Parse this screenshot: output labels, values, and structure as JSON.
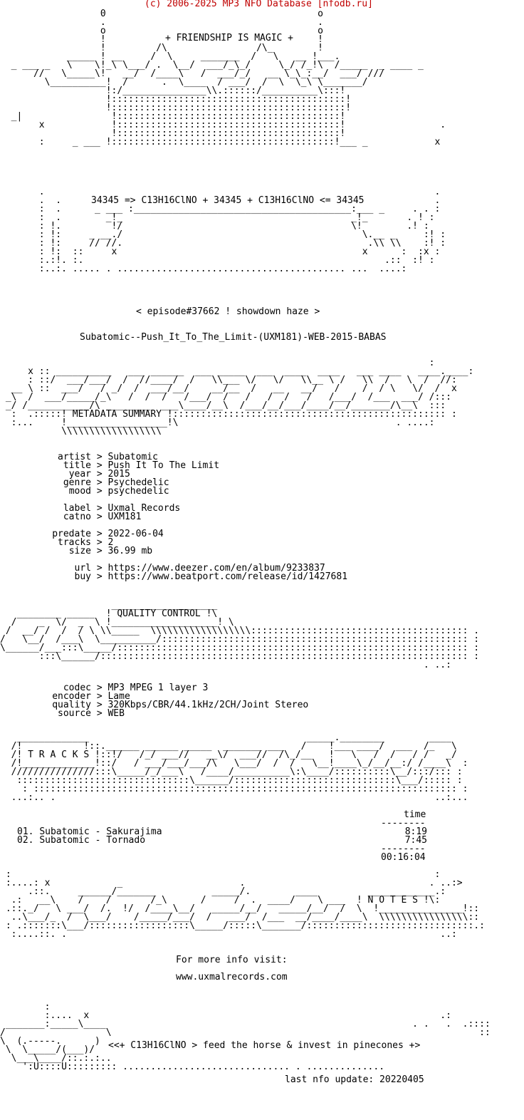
{
  "header": {
    "line": "(c) 2006-2025 MP3 NFO Database [nfodb.ru]"
  },
  "banner": {
    "tagline": "+ FRIENDSHIP IS MAGIC +",
    "art": "                  0                                      o\n                  .                                      .\n                  o                                      o\n                  !                                      !\n                  !         /\\                /\\_        !\n            _____ ! __     /  \\     _______  /   \\   __ !___.\n  _ ___ _   \\    \\!_\\ \\___/ .  \\__/  ___/_\\_/     \\_/ /_!\\  /_____  _ ____ _\n      //   \\_____\\!   __/  /____\\   /  ___/_/   __ \\_\\_:__/  ___/ /// \n        \\__________!  /      .  \\____  / ___/  /  \\  \\_\\ \\_______/\n                   !:/_______________\\\\.::::::/__________\\:::!\n                   !::::::::::::::::::::::::::::::::::::::::::!\n                   !::::::::::::::::::::::::::::::::::::::::::!\n  _|                !::::::::::::::::::::::::::::::::::::::::!\n       x            !::::::::::::::::::::::::::::::::::::::::!                 .\n                    !::::::::::::::::::::::::::::::::::::::::!\n       :     _ ___ !::::::::::::::::::::::::::::::::::::::::!___ _            x",
    "formula": "34345 => C13H16ClNO + 34345 + C13H16ClNO <= 34345",
    "art_bottom": "       .                                                                      .\n       .  .                                                                   .\n       :  .      _ ___ :_______________________________________:___ _     . . :\n       :  .        _!_                                         _!_       . ! :\n       : !.         !/                                         \\!        .! :\n       : !:     _ __./                                           \\.__ _     :! :\n       : !:     // //.                                            .\\\\ \\\\    :! :\n       : !:  ::     x                                            x      :  :x :\n       :.:!. :.                                                      .::  :! :\n       :..:. ..... . ......................................... ...  ....:"
  },
  "release": {
    "episode": "< episode#37662 ! showdown haze >",
    "name": "Subatomic--Push_It_To_The_Limit-(UXM181)-WEB-2015-BABAS"
  },
  "metadata": {
    "heading": "METADATA SUMMARY",
    "art": "                                                                             :\n     x :: __________   ___ ______  ___ _____  ___  ____  ____   ___ ____   ____.____:\n     : ::/  ___/___/  /  //____/  /   \\\\___ \\/   \\/   \\\\__ \\ /   \\\\  /   \\  /  //:\n  __ \\ ::  ___/   / _/  /  ___/__/    __/__  /   __   __/   /    /  / \\   \\/  /  x\n _\\  /  ___/_____/_\\   /  /  /   /___/  /   /   /  /   /   /___/  /___  ___/ /:::\n _/ /___________/\\  _______  ___\\____/__\\  /___/__/___/____/__/_______/\\__\\  ::: \n  :  .:::::! METADATA SUMMARY !::::::::::::::::::::::::::::::::::::::::::::::::: :\n  :...     !__________________!\\                                       . ....:\n           \\\\\\\\\\\\\\\\\\\\\\\\\\\\\\\\\\\\",
    "rows": [
      {
        "label": "artist",
        "value": "Subatomic"
      },
      {
        "label": "title",
        "value": "Push It To The Limit"
      },
      {
        "label": "year",
        "value": "2015"
      },
      {
        "label": "genre",
        "value": "Psychedelic"
      },
      {
        "label": "mood",
        "value": "psychedelic"
      },
      {
        "label": "",
        "value": ""
      },
      {
        "label": "label",
        "value": "Uxmal Records"
      },
      {
        "label": "catno",
        "value": "UXM181"
      },
      {
        "label": "",
        "value": ""
      },
      {
        "label": "predate",
        "value": "2022-06-04"
      },
      {
        "label": "tracks",
        "value": "2"
      },
      {
        "label": "size",
        "value": "36.99 mb"
      },
      {
        "label": "",
        "value": ""
      },
      {
        "label": "url",
        "value": "https://www.deezer.com/en/album/9233837"
      },
      {
        "label": "buy",
        "value": "https://www.beatport.com/release/id/1427681"
      }
    ]
  },
  "quality": {
    "heading": "QUALITY CONTROL",
    "art": "                    ___________________\n   ________ _____  ! QUALITY CONTROL !\\\n  /    _  \\/  _  \\ !___________________! \\\n /  __/ /  /  / \\ \\\\_____  \\\\\\\\\\\\\\\\\\\\\\\\\\\\\\\\\\\\::::::::::::::::::::::::::::::::::::::: .\n/   \\__/  /___\\  \\__________/::::::::::::::::::::::::::::::::::::::::::::::::::::::: :\n\\______/___:::\\_____/::::::::::::::::::::::::::::::::::::::::::::::::::::::::::::::: :\n       :::\\______/:::::::::::::::::::::::::::::::::::::::::::::::::::::::::::::::::: :\n                                                                            . ..:",
    "rows": [
      {
        "label": "codec",
        "value": "MP3 MPEG 1 layer 3"
      },
      {
        "label": "encoder",
        "value": "Lame"
      },
      {
        "label": "quality",
        "value": "320Kbps/CBR/44.1kHz/2CH/Joint Stereo"
      },
      {
        "label": "source",
        "value": "WEB"
      }
    ]
  },
  "tracks": {
    "heading": "T R A C K S",
    "art": "   _____________                                       _____.________        ____\n  /!           !::.______ ______ _____  _______ ___   /    !___ ____/  ___  /_   \\\n  /! T R A C K S !::!/   /_/ ___//   __\\/  ___//  /\\_/__   !   \\   /  /   / /   _/\n  /!_____________!::/   / ___/___/___/\\   \\___/  /  /   \\__!____\\_/__/__:/ /____\\  :\n  ///////////////:::\\_____/_/___\\   /____/__________\\:\\____/::::::::::\\__/:::/::: :\n   :::::::::::::::::::::::::::::::\\______/:::::::::::::::::::::::::::::\\___/::::: :\n    : :::::::::::::::::::::::::::::::::::::::::::::::::::::::::::::::::::::::::::: :\n  ...:.. .                                                                    ..:...",
    "time_heading": "time",
    "items": [
      {
        "num": "01.",
        "artist": "Subatomic",
        "title": "Sakurajima",
        "time": "8:19"
      },
      {
        "num": "02.",
        "artist": "Subatomic",
        "title": "Tornado",
        "time": "7:45"
      }
    ],
    "total": "00:16:04"
  },
  "notes": {
    "heading": "N O T E S",
    "art": " :                                                                            :\n :....: x            _                     .                                 . ..:>\n     .::.     ______/_______          _____/.        ____         ____________.:\n  .:   __\\    /    /       /_\\      /     /  .  ____/    \\ ___  ! N O T E S !\\:\n .::._/   \\ ___/  /.  !/  /____\\__/   _____/__/   _____/__/  /  \\  !_______________!::\n  ..\\___/_  /  \\___/    /_____/___/  /   ___/  /___  __/____/____\\  \\\\\\\\\\\\\\\\\\\\\\\\\\\\\\\\::\n : .:::::::\\___/::::::::::::::::::\\_____/:::::\\_______/::::::::::::::::::::::::::::::.:\n  :....::. .                                                                   ..:",
    "info_lines": [
      "For more info visit:",
      "www.uxmalrecords.com"
    ]
  },
  "footer": {
    "art": "        :\n        :....  x                                                               .:\n _______:_____\\____                                                       . .   .  .::::\n/                  \\                                                                  ::\n\\  (.-----.      )\n \\  \\_____/(___)/\n  \\___\\____/::.:.:..\n    ':U::::U::::::::: .............................. . ..............",
    "slogan": "<<+ C13H16ClNO > feed the horse & invest in pinecones +>",
    "last_update": "last nfo update: 20220405"
  }
}
